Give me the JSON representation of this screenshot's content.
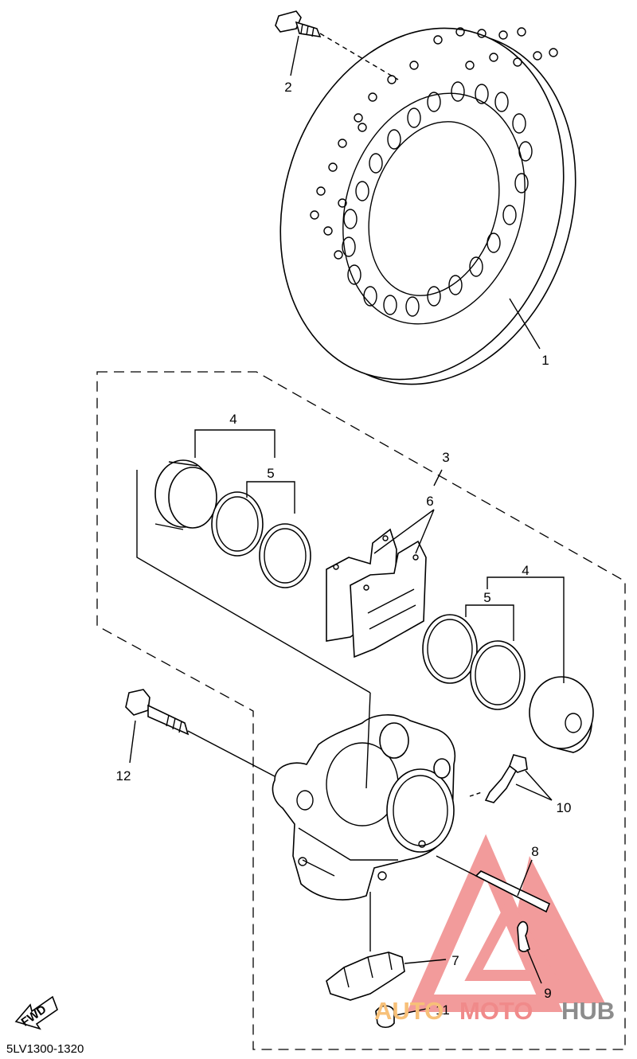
{
  "diagram": {
    "callouts": [
      {
        "id": "1",
        "label": "1"
      },
      {
        "id": "2",
        "label": "2"
      },
      {
        "id": "3",
        "label": "3"
      },
      {
        "id": "4a",
        "label": "4"
      },
      {
        "id": "5a",
        "label": "5"
      },
      {
        "id": "6",
        "label": "6"
      },
      {
        "id": "4b",
        "label": "4"
      },
      {
        "id": "5b",
        "label": "5"
      },
      {
        "id": "12",
        "label": "12"
      },
      {
        "id": "10",
        "label": "10"
      },
      {
        "id": "8",
        "label": "8"
      },
      {
        "id": "7",
        "label": "7"
      },
      {
        "id": "9",
        "label": "9"
      },
      {
        "id": "11",
        "label": "11"
      }
    ],
    "fwd_label": "FWD",
    "diagram_code": "5LV1300-1320"
  },
  "watermark": {
    "part1": "AUTO",
    "part2": "MOTO",
    "part3": "HUB",
    "colors": {
      "red": "#f08a8a",
      "orange": "#f7c078",
      "gray": "#8c8c8c"
    }
  }
}
